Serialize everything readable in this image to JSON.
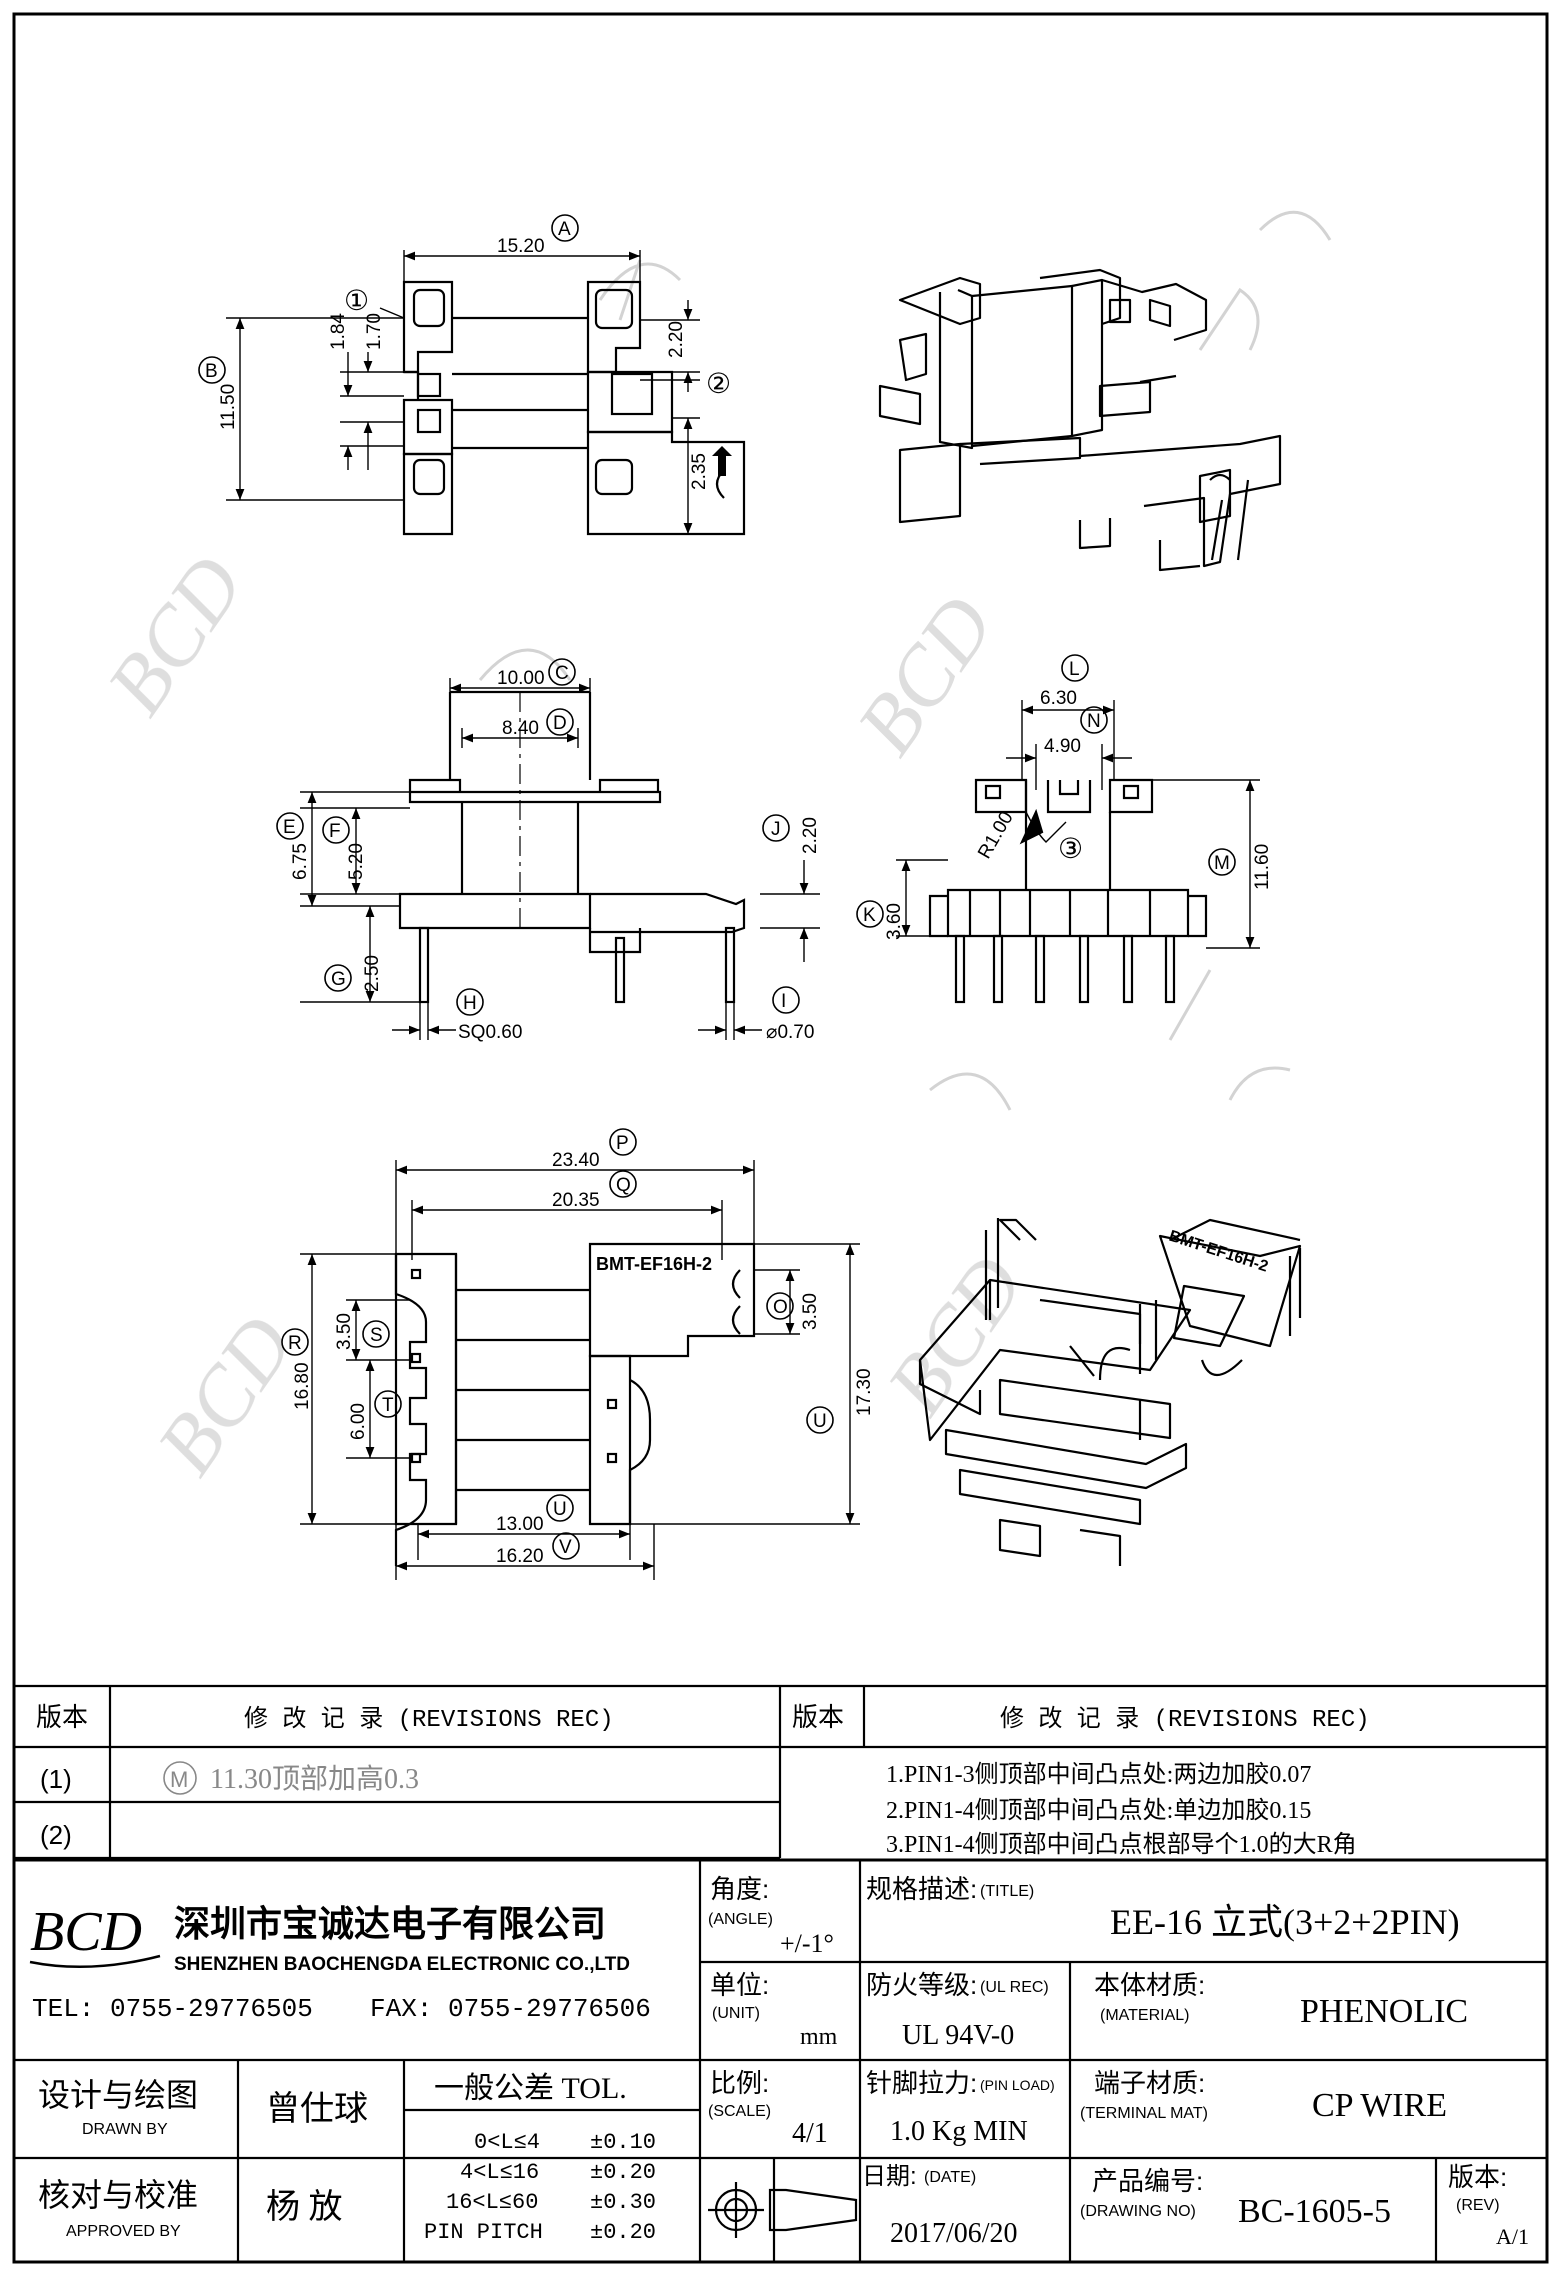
{
  "drawing": {
    "top_view": {
      "dims": {
        "a": "15.20",
        "b": "11.50",
        "d184": "1.84",
        "d170": "1.70",
        "d220": "2.20",
        "d235": "2.35"
      },
      "callouts": {
        "A": "A",
        "B": "B",
        "c1": "①",
        "c2": "②"
      }
    },
    "front_view": {
      "dims": {
        "c": "10.00",
        "d": "8.40",
        "e": "6.75",
        "f": "5.20",
        "g": "2.50",
        "h": "SQ0.60",
        "i": "⌀0.70",
        "j": "2.20"
      },
      "callouts": {
        "C": "C",
        "D": "D",
        "E": "E",
        "F": "F",
        "G": "G",
        "H": "H",
        "I": "I",
        "J": "J"
      }
    },
    "side_view": {
      "dims": {
        "l": "6.30",
        "n": "4.90",
        "k": "3.60",
        "m": "11.60",
        "r": "R1.00"
      },
      "callouts": {
        "L": "L",
        "N": "N",
        "K": "K",
        "M": "M",
        "c3": "③"
      }
    },
    "bottom_view": {
      "dims": {
        "p": "23.40",
        "q": "20.35",
        "r": "16.80",
        "s": "3.50",
        "t": "6.00",
        "o": "3.50",
        "u": "17.30",
        "v1": "13.00",
        "v2": "16.20"
      },
      "marking": "BMT-EF16H-2",
      "callouts": {
        "P": "P",
        "Q": "Q",
        "R": "R",
        "S": "S",
        "T": "T",
        "O": "O",
        "U": "U",
        "V": "V",
        "U2": "U"
      }
    },
    "iso_marking": "BMT-EF16H-2",
    "watermark": "BCD"
  },
  "title_block": {
    "rev_header": {
      "col_version": "版本",
      "col_record": "修  改  记  录  (REVISIONS REC)",
      "col_version2": "版本",
      "col_record2": "修  改  记  录  (REVISIONS REC)"
    },
    "revisions": [
      {
        "id": "(1)",
        "mark": "M",
        "text": "11.30顶部加高0.3"
      },
      {
        "id": "(2)",
        "mark": "",
        "text": ""
      }
    ],
    "notes": [
      "1.PIN1-3侧顶部中间凸点处:两边加胶0.07",
      "2.PIN1-4侧顶部中间凸点处:单边加胶0.15",
      "3.PIN1-4侧顶部中间凸点根部导个1.0的大R角"
    ],
    "company": {
      "logo": "BCD",
      "name_cn": "深圳市宝诚达电子有限公司",
      "name_en": "SHENZHEN BAOCHENGDA ELECTRONIC CO.,LTD",
      "tel": "TEL: 0755-29776505",
      "fax": "FAX: 0755-29776506"
    },
    "angle": {
      "label": "角度:",
      "label_en": "(ANGLE)",
      "value": "+/-1°"
    },
    "unit": {
      "label": "单位:",
      "label_en": "(UNIT)",
      "value": "mm"
    },
    "scale": {
      "label": "比例:",
      "label_en": "(SCALE)",
      "value": "4/1"
    },
    "title": {
      "label": "规格描述:",
      "label_en": "(TITLE)",
      "value": "EE-16 立式(3+2+2PIN)"
    },
    "ul_rec": {
      "label": "防火等级:",
      "label_en": "(UL REC)",
      "value": "UL 94V-0"
    },
    "material": {
      "label": "本体材质:",
      "label_en": "(MATERIAL)",
      "value": "PHENOLIC"
    },
    "pin_load": {
      "label": "针脚拉力:",
      "label_en": "(PIN LOAD)",
      "value": "1.0 Kg MIN"
    },
    "terminal": {
      "label": "端子材质:",
      "label_en": "(TERMINAL MAT)",
      "value": "CP WIRE"
    },
    "date": {
      "label": "日期:",
      "label_en": "(DATE)",
      "value": "2017/06/20"
    },
    "drawing_no": {
      "label": "产品编号:",
      "label_en": "(DRAWING NO)",
      "value": "BC-1605-5"
    },
    "rev": {
      "label": "版本:",
      "label_en": "(REV)",
      "value": "A/1"
    },
    "drawn": {
      "label": "设计与绘图",
      "label_en": "DRAWN BY",
      "name": "曾仕球"
    },
    "approved": {
      "label": "核对与校准",
      "label_en": "APPROVED BY",
      "name": "杨  放"
    },
    "tolerance": {
      "title": "一般公差 TOL.",
      "rows": [
        {
          "range": "0<L≤4",
          "value": "±0.10"
        },
        {
          "range": "4<L≤16",
          "value": "±0.20"
        },
        {
          "range": "16<L≤60",
          "value": "±0.30"
        },
        {
          "range": "PIN PITCH",
          "value": "±0.20"
        }
      ]
    }
  }
}
